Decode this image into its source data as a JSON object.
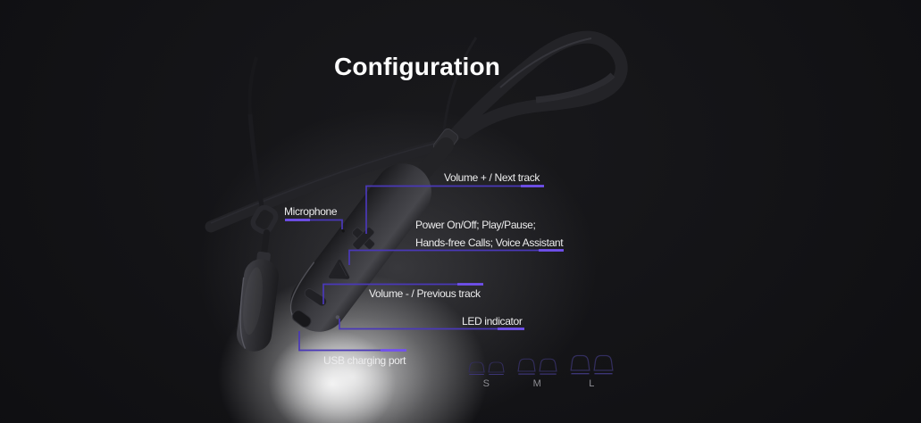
{
  "title": "Configuration",
  "callouts": {
    "volume_up": "Volume + / Next track",
    "microphone": "Microphone",
    "power_line1": "Power On/Off; Play/Pause;",
    "power_line2": "Hands-free Calls; Voice Assistant",
    "volume_down": "Volume - / Previous track",
    "led": "LED indicator",
    "usb": "USB charging port"
  },
  "ear_tips": {
    "sizes": [
      {
        "label": "S"
      },
      {
        "label": "M"
      },
      {
        "label": "L"
      }
    ]
  },
  "colors": {
    "accent_bright": "#7150f0",
    "callout_line": "#4a38b8",
    "tip_outline": "#332e5e",
    "tip_baseline": "#3c3576",
    "text": "#ededee",
    "background": "#131316"
  }
}
